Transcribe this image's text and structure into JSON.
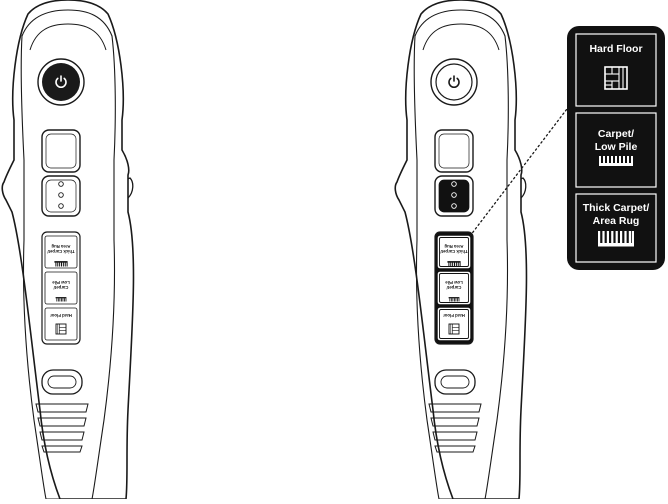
{
  "modes": [
    {
      "id": "hard-floor",
      "label": "Hard Floor",
      "lines": [
        "Hard Floor"
      ]
    },
    {
      "id": "carpet-low-pile",
      "label": "Carpet/ Low Pile",
      "lines": [
        "Carpet/",
        "Low Pile"
      ]
    },
    {
      "id": "thick-carpet-area-rug",
      "label": "Thick Carpet/ Area Rug",
      "lines": [
        "Thick Carpet/",
        "Area Rug"
      ]
    }
  ],
  "colors": {
    "outline": "#1a1a1a",
    "panel": "#111111",
    "device_fill": "#ffffff",
    "text_on_dark": "#ffffff"
  },
  "icons": {
    "power": "power-icon",
    "hard_floor": "hard-floor-icon",
    "carpet": "carpet-comb-icon",
    "thick_carpet": "thick-carpet-comb-icon"
  }
}
